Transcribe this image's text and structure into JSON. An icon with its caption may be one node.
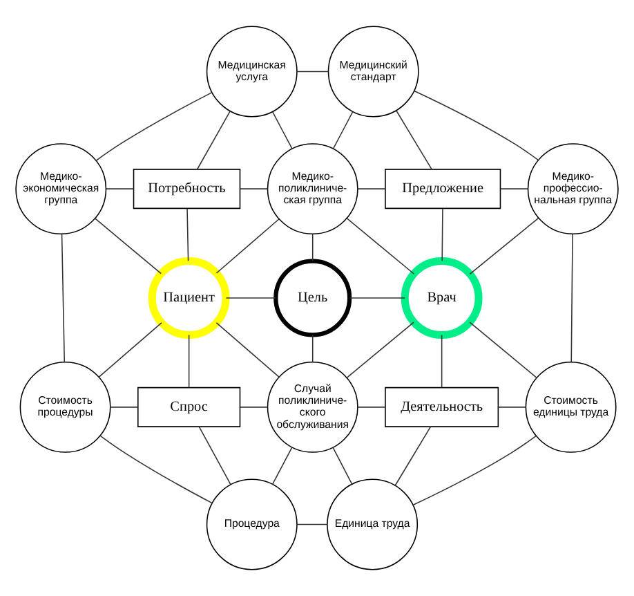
{
  "diagram": {
    "nodes": [
      {
        "text": [
          "Медицинская услуга"
        ]
      },
      {
        "text": [
          "Медицинский стандарт"
        ]
      },
      {
        "text": [
          "Медико- экономическая группа"
        ]
      },
      {
        "text": [
          "Потребность"
        ]
      },
      {
        "text": [
          "Медико- поликлиниче- ская группа"
        ]
      },
      {
        "text": [
          "Предложение"
        ]
      },
      {
        "text": [
          "Медико- профессио- нальная группа"
        ]
      },
      {
        "text": [
          "Пациент"
        ]
      },
      {
        "text": [
          "Цель"
        ]
      },
      {
        "text": [
          "Врач"
        ]
      },
      {
        "text": [
          "Стоимость процедуры"
        ]
      },
      {
        "text": [
          "Спрос"
        ]
      },
      {
        "text": [
          "Случай поликлиниче- ского обслуживания"
        ]
      },
      {
        "text": [
          "Деятельность"
        ]
      },
      {
        "text": [
          "Стоимость единицы труда"
        ]
      },
      {
        "text": [
          "Процедура"
        ]
      },
      {
        "text": [
          "Единица труда"
        ]
      }
    ],
    "edges": [
      {
        "from": 0,
        "to": 1,
        "arrow": "none"
      },
      {
        "from": 0,
        "to": 2,
        "arrow": "none"
      },
      {
        "from": 0,
        "to": 3,
        "arrow": "none"
      },
      {
        "from": 0,
        "to": 4,
        "arrow": "none"
      },
      {
        "from": 1,
        "to": 4,
        "arrow": "none"
      },
      {
        "from": 1,
        "to": 5,
        "arrow": "none"
      },
      {
        "from": 1,
        "to": 6,
        "arrow": "none"
      },
      {
        "from": 2,
        "to": 3,
        "arrow": "none"
      },
      {
        "from": 3,
        "to": 4,
        "arrow": "none"
      },
      {
        "from": 4,
        "to": 5,
        "arrow": "none"
      },
      {
        "from": 5,
        "to": 6,
        "arrow": "none"
      },
      {
        "from": 2,
        "to": 7,
        "arrow": "none"
      },
      {
        "from": 3,
        "to": 7,
        "arrow": "none"
      },
      {
        "from": 4,
        "to": 7,
        "arrow": "none"
      },
      {
        "from": 4,
        "to": 8,
        "arrow": "none"
      },
      {
        "from": 4,
        "to": 9,
        "arrow": "none"
      },
      {
        "from": 5,
        "to": 9,
        "arrow": "none"
      },
      {
        "from": 6,
        "to": 9,
        "arrow": "none"
      },
      {
        "from": 2,
        "to": 10,
        "arrow": "none"
      },
      {
        "from": 6,
        "to": 14,
        "arrow": "none"
      },
      {
        "from": 7,
        "to": 8,
        "arrow": "none"
      },
      {
        "from": 8,
        "to": 9,
        "arrow": "none"
      },
      {
        "from": 7,
        "to": 10,
        "arrow": "none"
      },
      {
        "from": 7,
        "to": 11,
        "arrow": "none"
      },
      {
        "from": 7,
        "to": 12,
        "arrow": "none"
      },
      {
        "from": 8,
        "to": 12,
        "arrow": "none"
      },
      {
        "from": 9,
        "to": 12,
        "arrow": "none"
      },
      {
        "from": 9,
        "to": 13,
        "arrow": "none"
      },
      {
        "from": 9,
        "to": 14,
        "arrow": "none"
      },
      {
        "from": 10,
        "to": 11,
        "arrow": "none"
      },
      {
        "from": 11,
        "to": 12,
        "arrow": "none"
      },
      {
        "from": 12,
        "to": 13,
        "arrow": "none"
      },
      {
        "from": 13,
        "to": 14,
        "arrow": "none"
      },
      {
        "from": 10,
        "to": 15,
        "arrow": "none"
      },
      {
        "from": 11,
        "to": 15,
        "arrow": "none"
      },
      {
        "from": 12,
        "to": 15,
        "arrow": "none"
      },
      {
        "from": 12,
        "to": 16,
        "arrow": "none"
      },
      {
        "from": 13,
        "to": 16,
        "arrow": "none"
      },
      {
        "from": 14,
        "to": 16,
        "arrow": "none"
      },
      {
        "from": 15,
        "to": 16,
        "arrow": "none"
      }
    ]
  }
}
